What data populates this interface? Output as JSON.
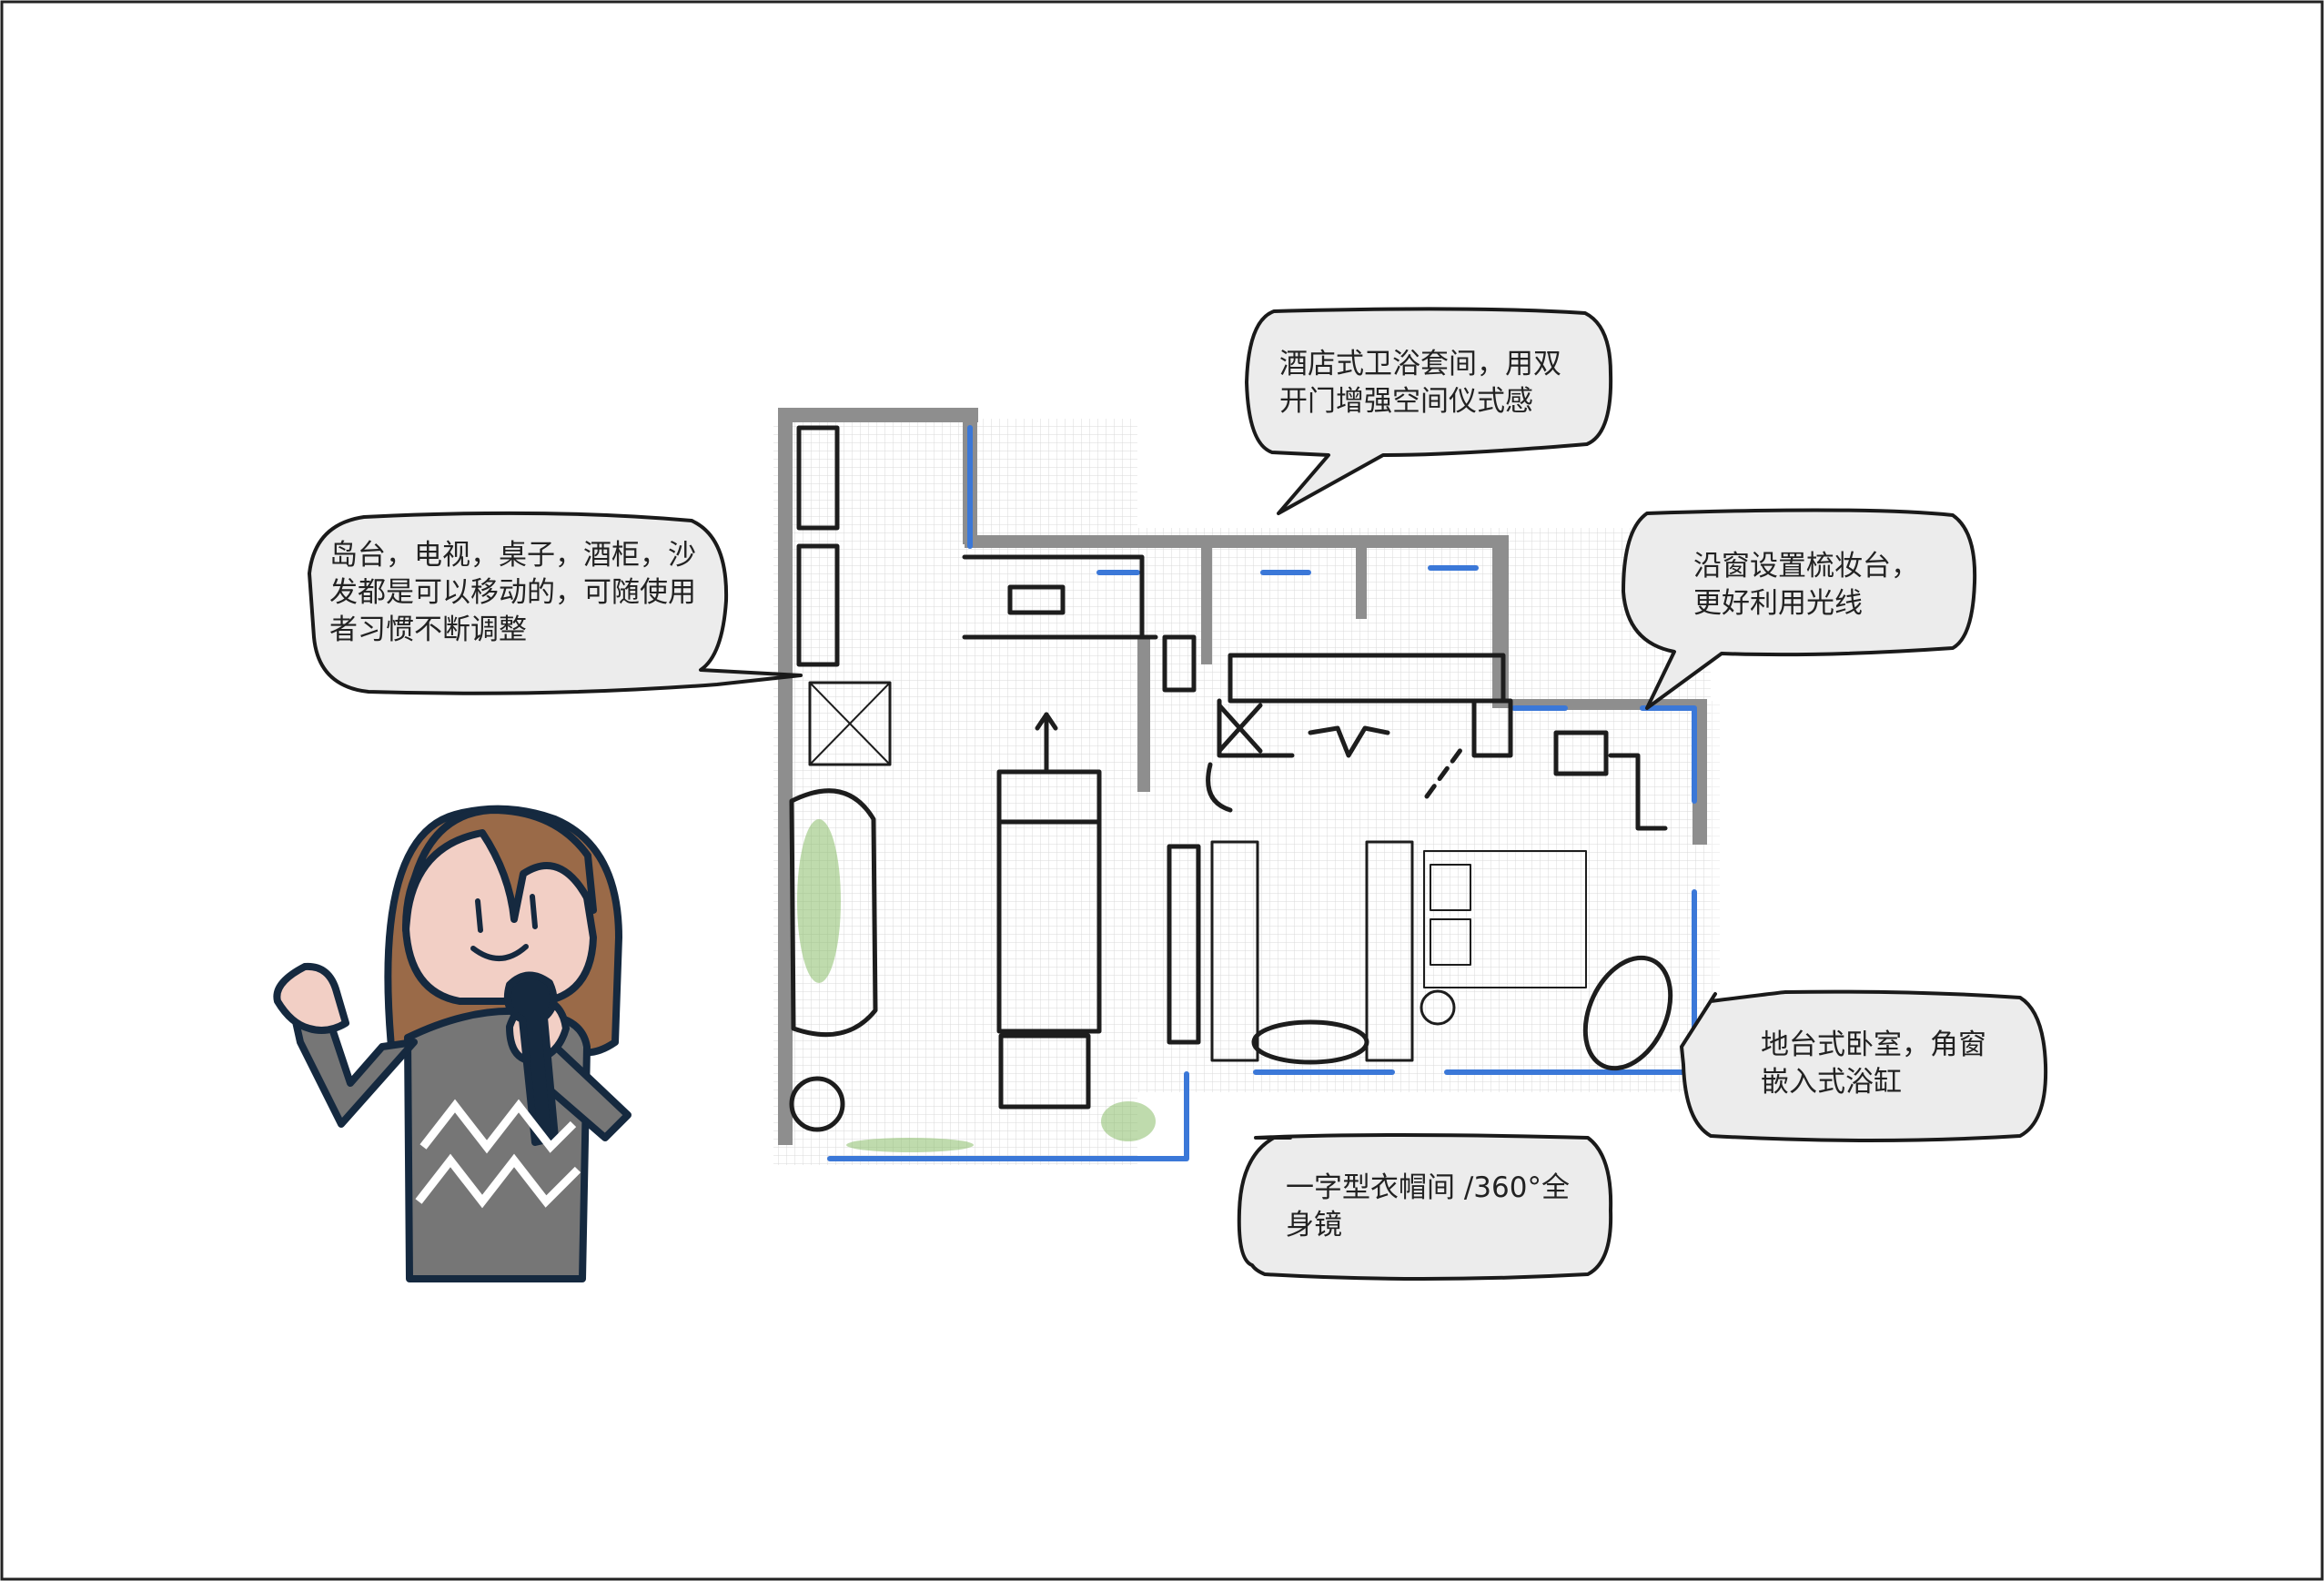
{
  "colors": {
    "background": "#ffffff",
    "frame": "#222222",
    "bubble_fill": "#ececec",
    "bubble_stroke": "#1a1a1a",
    "window_blue": "#3b78d8",
    "sketch_ink": "#1d1d1d",
    "plant_green": "#7aaa5a",
    "hair": "#9a6a48",
    "skin": "#f2cfc5",
    "sweater": "#767676",
    "outline": "#15293f"
  },
  "callouts": {
    "island": {
      "text": "岛台，电视，桌子，酒柜，沙\n发都是可以移动的，可随使用\n者习惯不断调整"
    },
    "bath_suite": {
      "text": "酒店式卫浴套间，用双\n开门增强空间仪式感"
    },
    "vanity": {
      "text": "沿窗设置梳妆台，\n更好利用光线"
    },
    "bedroom": {
      "text": "地台式卧室，角窗\n嵌入式浴缸"
    },
    "wardrobe": {
      "text": "一字型衣帽间 /360°全\n身镜"
    }
  },
  "icons": {
    "presenter": "presenter-with-microphone-icon",
    "floor_plan": "hand-drawn-floor-plan-sketch"
  }
}
